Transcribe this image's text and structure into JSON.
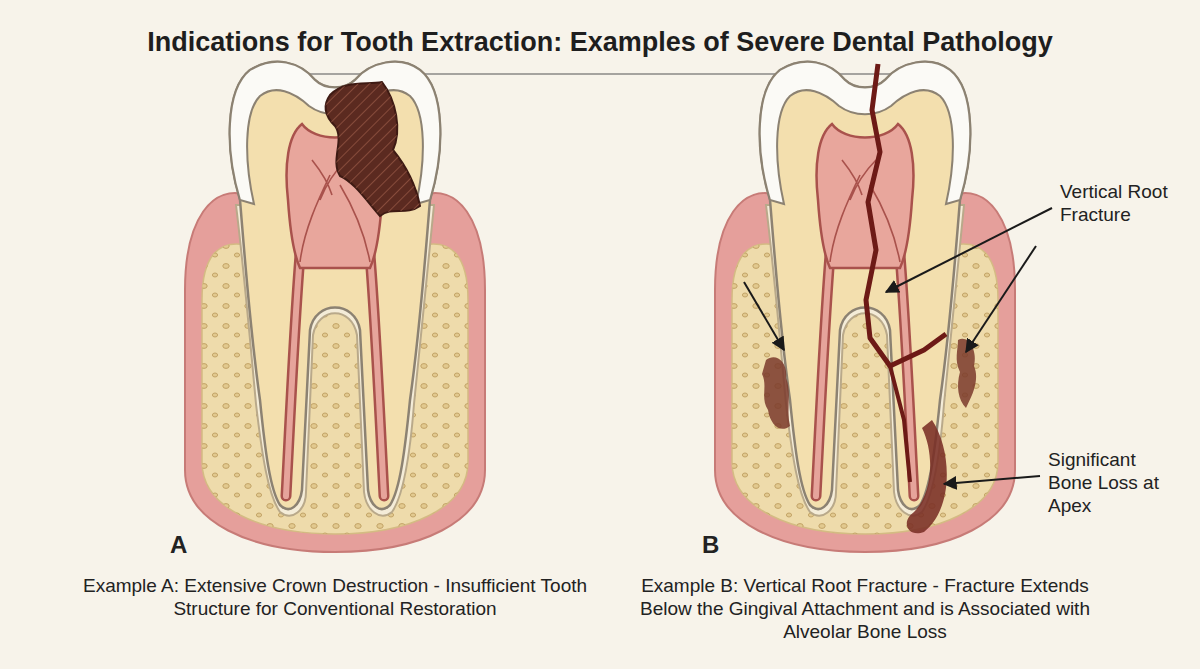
{
  "diagram": {
    "title": "Indications for Tooth Extraction: Examples of Severe Dental Pathology",
    "labels": [
      "A",
      "B",
      "Example A: Extensive Crown Destruction - Insufficient Tooth Structure for Conventional Restoration",
      "Example B: Vertical Root Fracture - Fracture Extends Below the Gingival Attachment and is Associated with Alveolar Bone Loss",
      "Vertical Root Fracture",
      "Significant Bone Loss at Apex"
    ]
  }
}
